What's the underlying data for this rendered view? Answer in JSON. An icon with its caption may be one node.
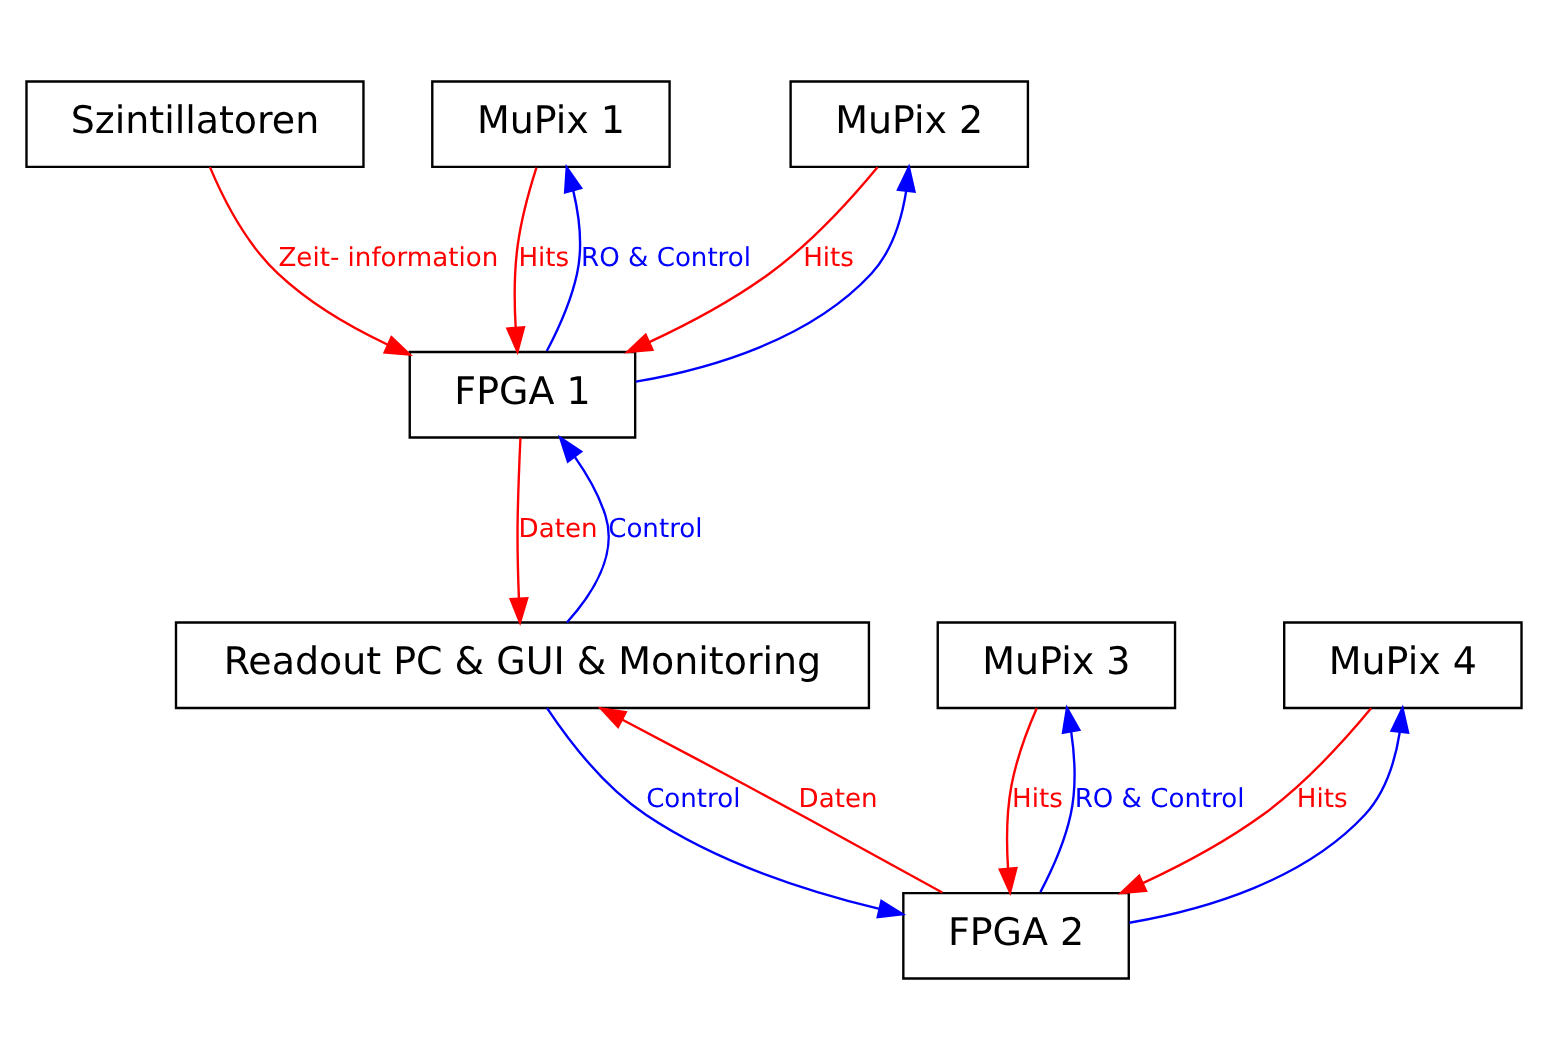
{
  "diagram": {
    "nodes": [
      {
        "text": [
          "Szintillatoren"
        ]
      },
      {
        "text": [
          "MuPix 1"
        ]
      },
      {
        "text": [
          "MuPix 2"
        ]
      },
      {
        "text": [
          "MuPix 3"
        ]
      },
      {
        "text": [
          "MuPix 4"
        ]
      },
      {
        "text": [
          "FPGA 1"
        ]
      },
      {
        "text": [
          "FPGA 2"
        ]
      },
      {
        "text": [
          "Readout PC & GUI & Monitoring"
        ]
      }
    ],
    "edges": [
      {
        "from": 1,
        "to": 5,
        "arrow": "to",
        "label": "Hits",
        "color": "#ff0000"
      },
      {
        "from": 5,
        "to": 1,
        "arrow": "to",
        "label": "RO & Control",
        "color": "#0000ff"
      },
      {
        "from": 2,
        "to": 5,
        "arrow": "to",
        "label": "Hits",
        "color": "#ff0000"
      },
      {
        "from": 5,
        "to": 2,
        "arrow": "to",
        "color": "#0000ff"
      },
      {
        "from": 0,
        "to": 5,
        "arrow": "to",
        "label": "Zeit- information",
        "color": "#ff0000"
      },
      {
        "from": 3,
        "to": 6,
        "arrow": "to",
        "label": "Hits",
        "color": "#ff0000"
      },
      {
        "from": 6,
        "to": 3,
        "arrow": "to",
        "label": "RO & Control",
        "color": "#0000ff"
      },
      {
        "from": 4,
        "to": 6,
        "arrow": "to",
        "label": "Hits",
        "color": "#ff0000"
      },
      {
        "from": 6,
        "to": 4,
        "arrow": "to",
        "color": "#0000ff"
      },
      {
        "from": 5,
        "to": 7,
        "arrow": "to",
        "label": "Daten",
        "color": "#ff0000"
      },
      {
        "from": 7,
        "to": 5,
        "arrow": "to",
        "label": "Control",
        "color": "#0000ff"
      },
      {
        "from": 7,
        "to": 6,
        "arrow": "to",
        "label": "Control",
        "color": "#0000ff"
      },
      {
        "from": 6,
        "to": 7,
        "arrow": "to",
        "label": "Daten",
        "color": "#ff0000"
      }
    ]
  }
}
